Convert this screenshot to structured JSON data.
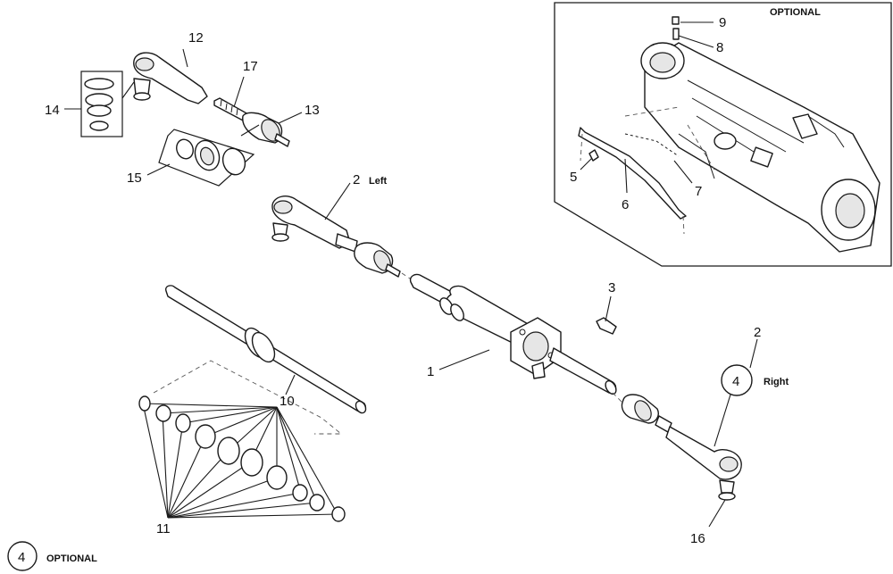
{
  "inset": {
    "title": "OPTIONAL"
  },
  "callouts": {
    "c1": "1",
    "c2_left": "2",
    "c2_right": "2",
    "c3": "3",
    "c4_circle": "4",
    "c5": "5",
    "c6": "6",
    "c7": "7",
    "c8": "8",
    "c9": "9",
    "c10": "10",
    "c11": "11",
    "c12": "12",
    "c13": "13",
    "c14": "14",
    "c15": "15",
    "c16": "16",
    "c17": "17"
  },
  "side_labels": {
    "left": "Left",
    "right": "Right"
  },
  "legend": {
    "symbol": "4",
    "text": "OPTIONAL"
  }
}
